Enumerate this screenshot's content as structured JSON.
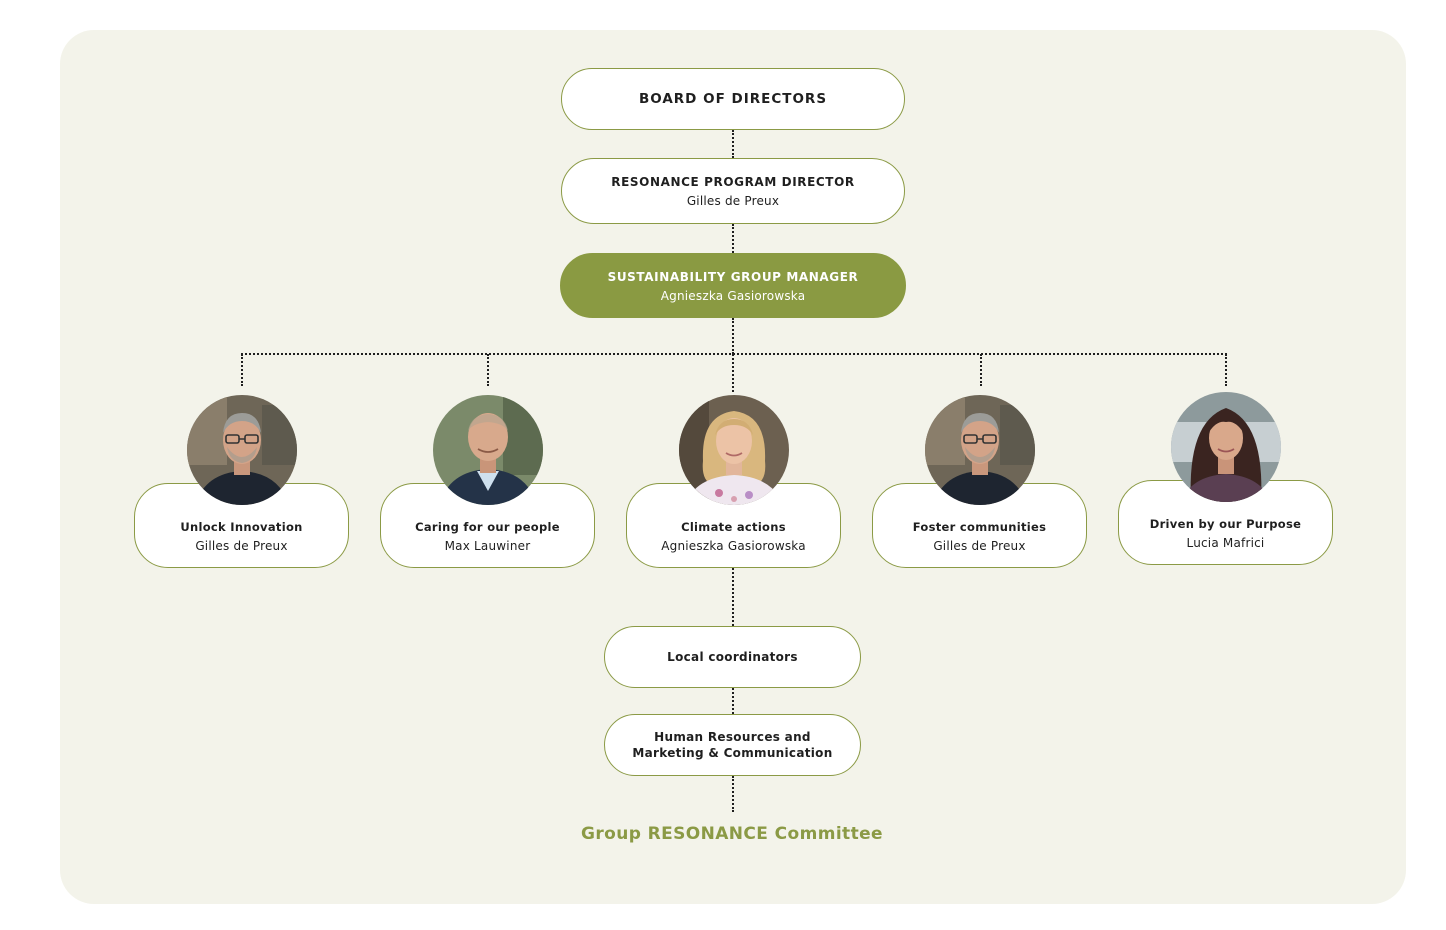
{
  "board": {
    "title": "BOARD OF DIRECTORS"
  },
  "program_director": {
    "title": "RESONANCE PROGRAM DIRECTOR",
    "name": "Gilles de Preux"
  },
  "group_manager": {
    "title": "SUSTAINABILITY GROUP MANAGER",
    "name": "Agnieszka Gasiorowska"
  },
  "pillars": [
    {
      "title": "Unlock Innovation",
      "name": "Gilles de Preux"
    },
    {
      "title": "Caring for our people",
      "name": "Max Lauwiner"
    },
    {
      "title": "Climate actions",
      "name": "Agnieszka Gasiorowska"
    },
    {
      "title": "Foster communities",
      "name": "Gilles de Preux"
    },
    {
      "title": "Driven by our Purpose",
      "name": "Lucia Mafrici"
    }
  ],
  "local_coordinators": {
    "title": "Local coordinators"
  },
  "hr_marketing": {
    "line1": "Human Resources and",
    "line2": "Marketing & Communication"
  },
  "committee": {
    "title": "Group RESONANCE Committee"
  },
  "colors": {
    "accent": "#8a9a42",
    "panel_background": "#f3f3ea",
    "pill_border": "#8b9a45",
    "connector": "#1f1f1f"
  }
}
